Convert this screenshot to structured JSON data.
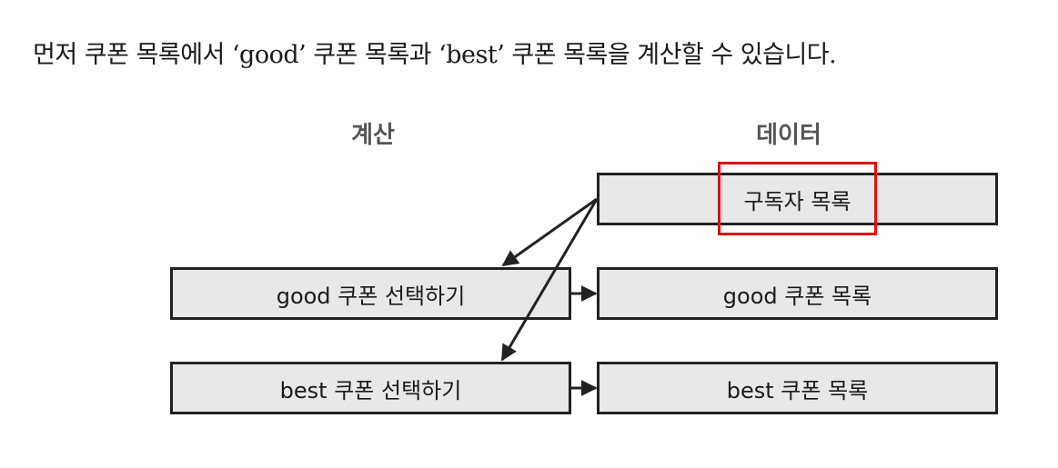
{
  "intro_text": "먼저 쿠폰 목록에서 ‘good’ 쿠폰 목록과 ‘best’ 쿠폰 목록을 계산할 수 있습니다.",
  "columns": {
    "compute": "계산",
    "data": "데이터"
  },
  "boxes": {
    "subscribers": "구독자 목록",
    "select_good": "good 쿠폰 선택하기",
    "good_list": "good 쿠폰 목록",
    "select_best": "best 쿠폰 선택하기",
    "best_list": "best 쿠폰 목록"
  },
  "colors": {
    "box_fill": "#e8e8e8",
    "box_border": "#222222",
    "highlight": "#e01010",
    "heading": "#555555"
  }
}
